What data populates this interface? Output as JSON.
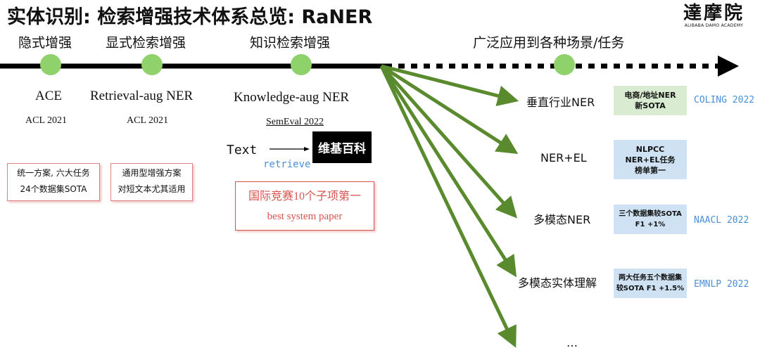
{
  "title": "实体识别: 检索增强技术体系总览: RaNER",
  "logo": {
    "main": "達摩院",
    "sub": "ALIBABA DAMO ACADEMY"
  },
  "timeline": {
    "stages": [
      "隐式增强",
      "显式检索增强",
      "知识检索增强",
      "广泛应用到各种场景/任务"
    ]
  },
  "models": [
    {
      "name": "ACE",
      "venue": "ACL 2021"
    },
    {
      "name": "Retrieval-aug NER",
      "venue": "ACL 2021"
    },
    {
      "name": "Knowledge-aug NER",
      "venue": "SemEval 2022"
    }
  ],
  "notes": {
    "ace": [
      "统一方案, 六大任务",
      "24个数据集SOTA"
    ],
    "retrieval": [
      "通用型增强方案",
      "对短文本尤其适用"
    ],
    "knowledge": [
      "国际竞赛10个子项第一",
      "best system paper"
    ]
  },
  "retrieval_flow": {
    "source": "Text",
    "action": "retrieve",
    "target": "维基百科"
  },
  "applications": [
    {
      "task": "垂直行业NER",
      "result": [
        "电商/地址NER",
        "新SOTA"
      ],
      "conference": "COLING 2022",
      "color": "#d9ecd2"
    },
    {
      "task": "NER+EL",
      "result": [
        "NLPCC",
        "NER+EL任务",
        "榜单第一"
      ],
      "conference": "",
      "color": "#cfe2f3"
    },
    {
      "task": "多模态NER",
      "result": [
        "三个数据集较SOTA",
        "F1 +1%"
      ],
      "conference": "NAACL 2022",
      "color": "#cfe2f3"
    },
    {
      "task": "多模态实体理解",
      "result": [
        "两大任务五个数据集",
        "较SOTA F1 +1.5%"
      ],
      "conference": "EMNLP 2022",
      "color": "#cfe2f3"
    },
    {
      "task": "…",
      "result": [],
      "conference": "",
      "color": ""
    }
  ],
  "colors": {
    "arrow_green": "#5a8a2e",
    "node_green": "#8fd16a",
    "conference_blue": "#4a90d9",
    "note_red": "#d9534f"
  }
}
